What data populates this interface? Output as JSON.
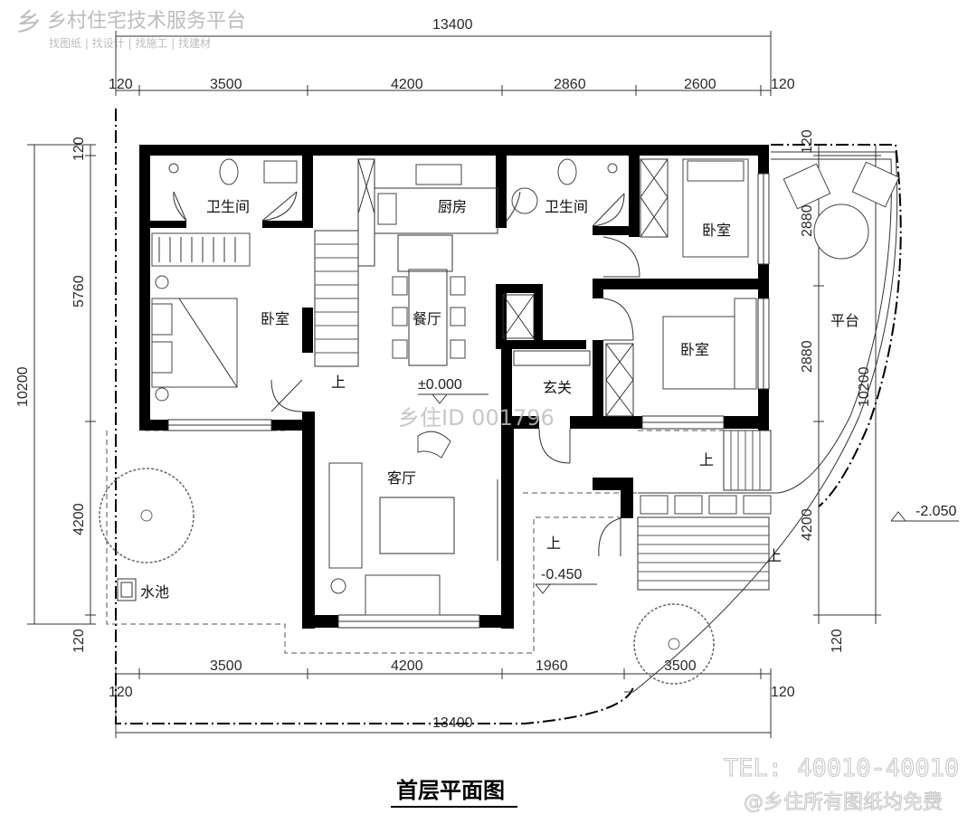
{
  "watermark": {
    "brand_logo": "乡",
    "brand_name": "乡村住宅技术服务平台",
    "tagline": "找图纸 | 找设计 | 找施工 | 找建材",
    "center_id": "乡住ID 001796"
  },
  "contact": {
    "tel": "TEL: 40010-40010",
    "copyright": "@乡住所有图纸均免费"
  },
  "plan": {
    "title": "首层平面图",
    "rooms": {
      "bath_left": "卫生间",
      "bath_right": "卫生间",
      "kitchen": "厨房",
      "dining": "餐厅",
      "bedroom_left": "卧室",
      "bedroom_top_right": "卧室",
      "bedroom_mid_right": "卧室",
      "foyer": "玄关",
      "living": "客厅",
      "terrace": "平台",
      "pool": "水池"
    },
    "levels": {
      "main": "±0.000",
      "entry": "-0.450",
      "outside": "-2.050"
    },
    "stair_up": "上"
  },
  "dimensions": {
    "top_total": "13400",
    "top_segments": [
      "120",
      "3500",
      "4200",
      "2860",
      "2600",
      "120"
    ],
    "bottom_total": "13400",
    "bottom_segments": [
      "120",
      "3500",
      "4200",
      "1960",
      "3500",
      "120"
    ],
    "left_total": "10200",
    "left_segments": [
      "120",
      "5760",
      "4200",
      "120"
    ],
    "right_total": "10200",
    "right_segments": [
      "120",
      "2880",
      "2880",
      "4200",
      "120"
    ]
  }
}
